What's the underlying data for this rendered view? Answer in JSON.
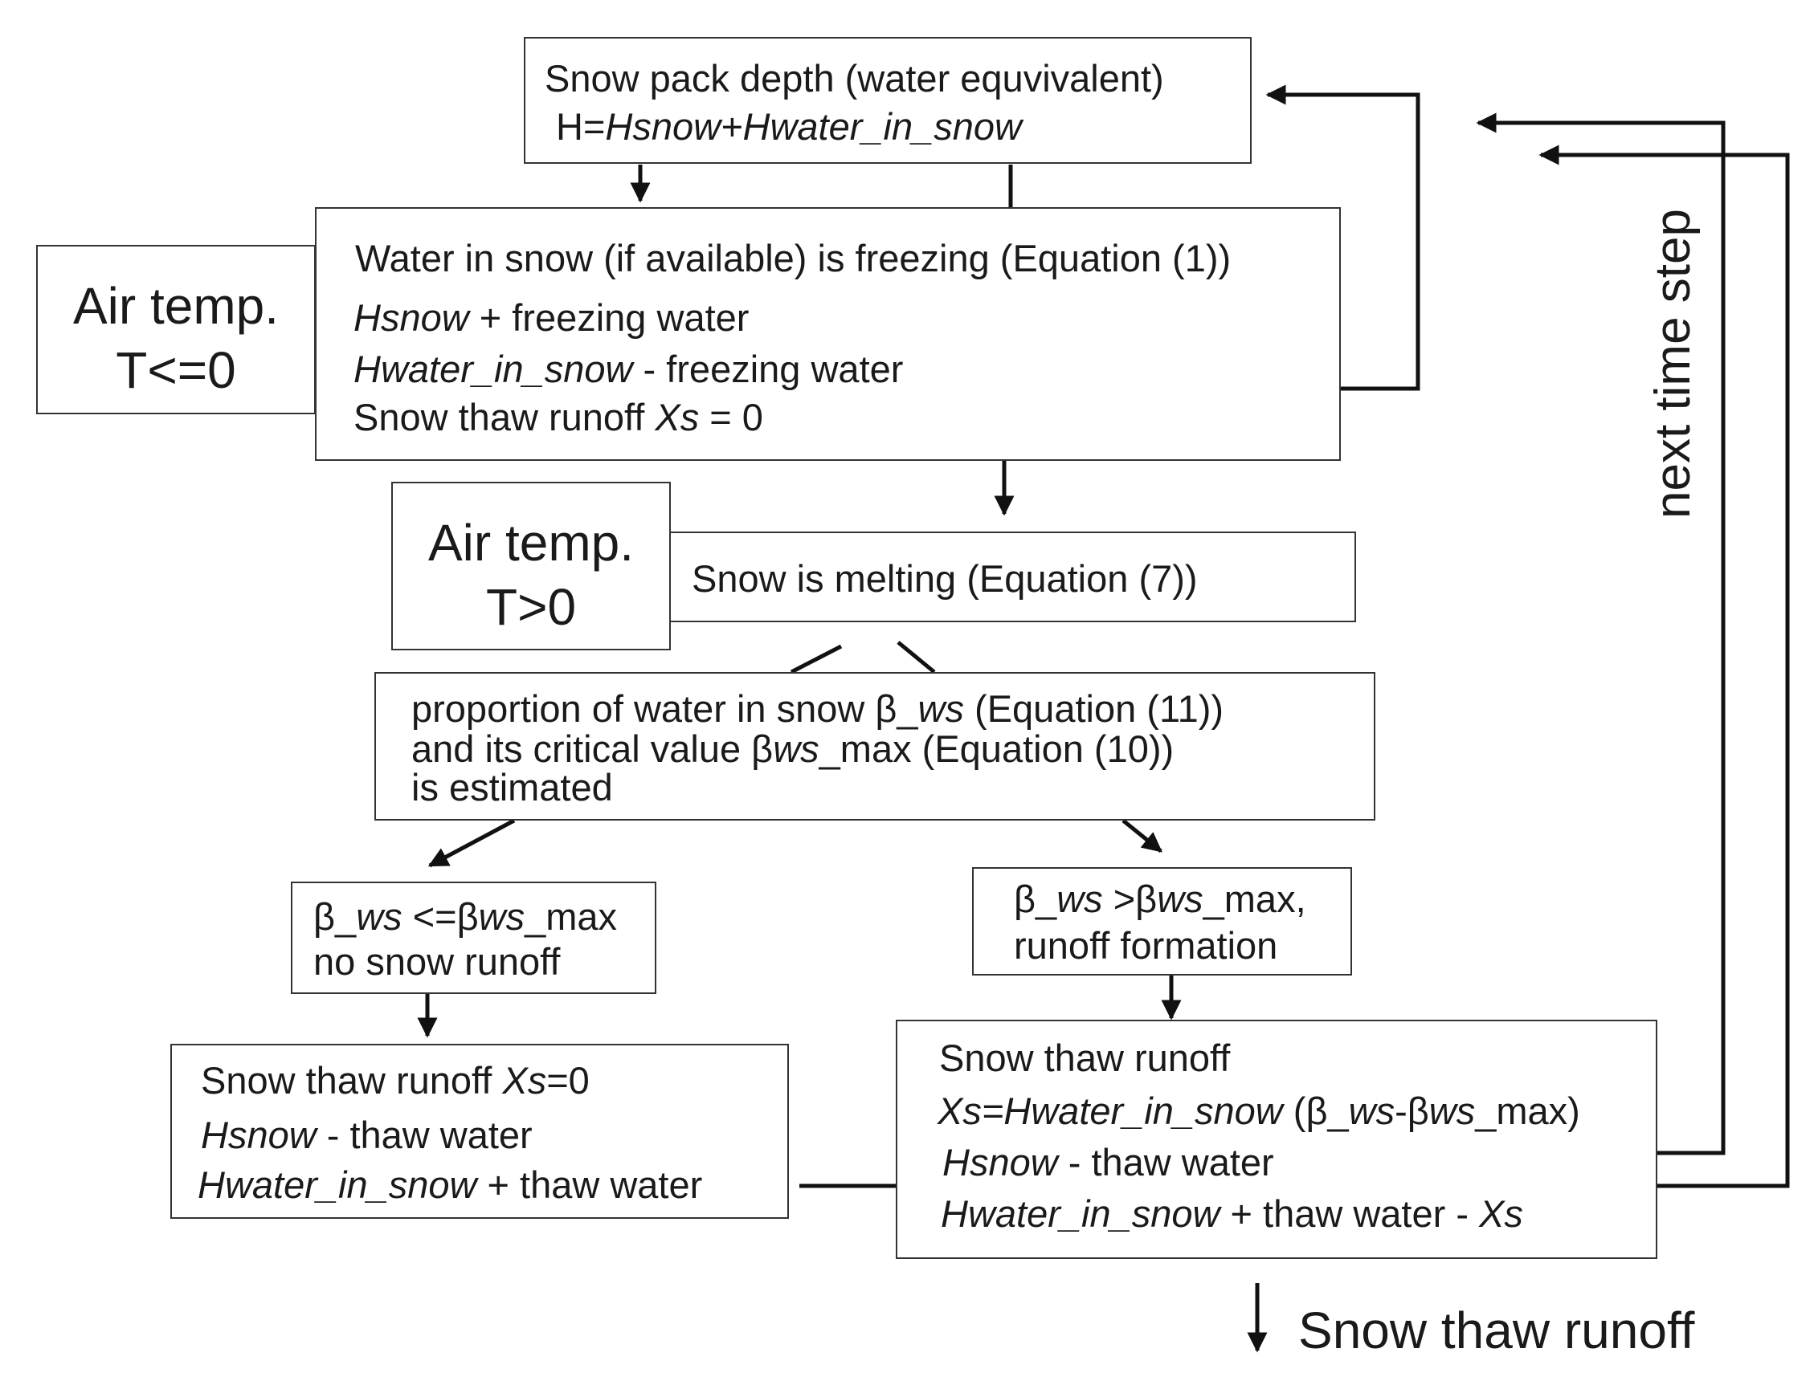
{
  "snowpack": {
    "line1": "Snow pack depth (water equvivalent)",
    "line2_prefix": "H=",
    "line2_italic": "Hsnow+Hwater_in_snow"
  },
  "freezing_condition": {
    "line1": "Air temp.",
    "line2": "T<=0"
  },
  "freezing": {
    "line1": "Water in snow (if available) is freezing (Equation (1))",
    "line2_italic": "Hsnow",
    "line2_rest": " + freezing water",
    "line3_italic": "Hwater_in_snow",
    "line3_rest": " - freezing water",
    "line4_prefix": "Snow thaw runoff ",
    "line4_italic": "Xs",
    "line4_rest": " = 0"
  },
  "melting_condition": {
    "line1": "Air temp.",
    "line2": "T>0"
  },
  "melting": {
    "line1": "Snow is melting (Equation (7))"
  },
  "proportion": {
    "line1_prefix": "proportion of water in snow β_",
    "line1_italic": "ws",
    "line1_rest": " (Equation (11))",
    "line2_prefix": "and its critical value β",
    "line2_italic": "ws",
    "line2_rest": "_max (Equation (10))",
    "line3": "is estimated"
  },
  "no_runoff": {
    "line1_a": "β_",
    "line1_b_italic": "ws",
    "line1_c": " <=β",
    "line1_d_italic": "ws",
    "line1_e": "_max",
    "line2": "no snow runoff"
  },
  "runoff_formation": {
    "line1_a": "β_",
    "line1_b_italic": "ws",
    "line1_c": " >β",
    "line1_d_italic": "ws",
    "line1_e": "_max,",
    "line2": "runoff formation"
  },
  "thaw_zero": {
    "line1_prefix": "Snow thaw runoff ",
    "line1_italic": "Xs",
    "line1_rest": "=0",
    "line2_italic": "Hsnow",
    "line2_rest": " - thaw water",
    "line3_italic": "Hwater_in_snow",
    "line3_rest": " + thaw water"
  },
  "thaw_runoff": {
    "line1": "Snow thaw runoff",
    "line2_a_italic": "Xs=Hwater_in_snow",
    "line2_b": " (β_",
    "line2_c_italic": "ws",
    "line2_d": "-β",
    "line2_e_italic": "ws",
    "line2_f": "_max)",
    "line3_italic": "Hsnow",
    "line3_rest": " - thaw water",
    "line4_italic": "Hwater_in_snow",
    "line4_rest": " + thaw water - ",
    "line4_italic2": "Xs"
  },
  "next_time_step": "next time step",
  "output_label": "Snow thaw runoff"
}
